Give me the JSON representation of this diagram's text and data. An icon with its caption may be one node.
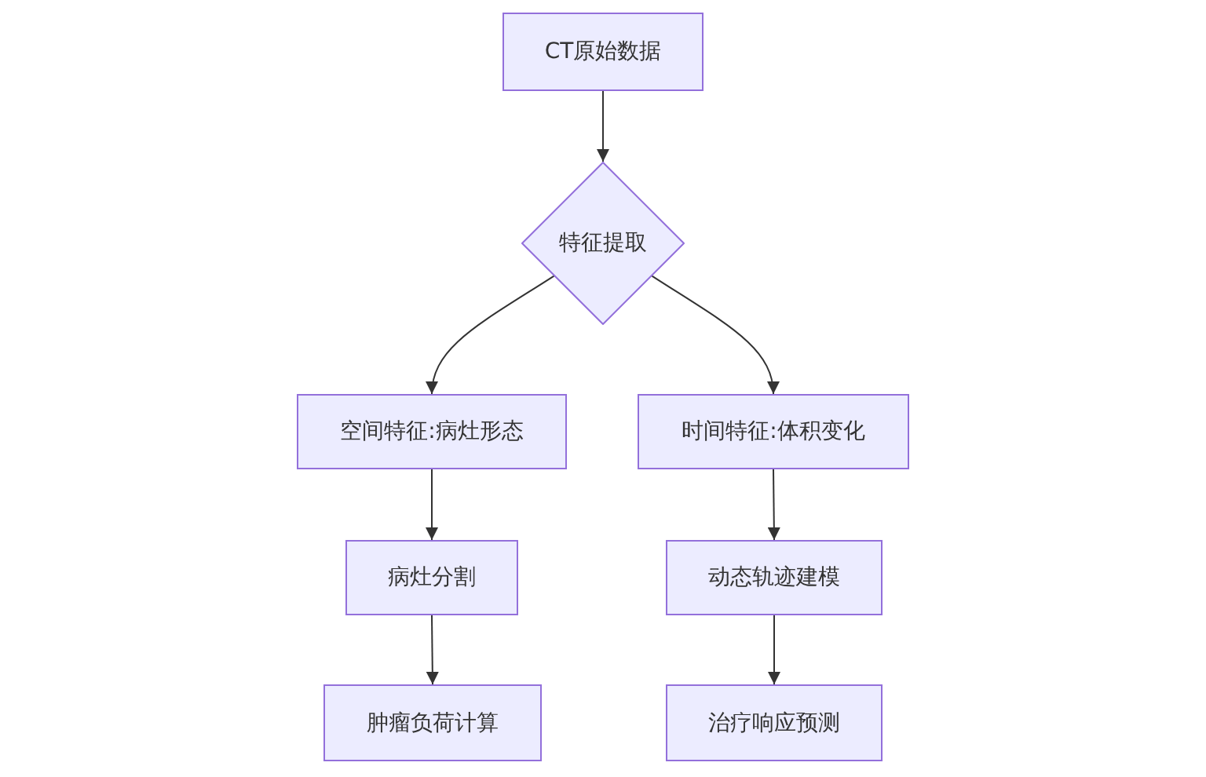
{
  "diagram": {
    "nodes": [
      {
        "text": [
          "CT原始数据"
        ]
      },
      {
        "text": [
          "特征提取"
        ]
      },
      {
        "text": [
          "空间特征:病灶形态"
        ]
      },
      {
        "text": [
          "时间特征:体积变化"
        ]
      },
      {
        "text": [
          "病灶分割"
        ]
      },
      {
        "text": [
          "动态轨迹建模"
        ]
      },
      {
        "text": [
          "肿瘤负荷计算"
        ]
      },
      {
        "text": [
          "治疗响应预测"
        ]
      }
    ],
    "edges": [
      {
        "from": 0,
        "to": 1,
        "arrow": "to"
      },
      {
        "from": 1,
        "to": 2,
        "arrow": "to"
      },
      {
        "from": 1,
        "to": 3,
        "arrow": "to"
      },
      {
        "from": 2,
        "to": 4,
        "arrow": "to"
      },
      {
        "from": 4,
        "to": 6,
        "arrow": "to"
      },
      {
        "from": 3,
        "to": 5,
        "arrow": "to"
      },
      {
        "from": 5,
        "to": 7,
        "arrow": "to"
      }
    ]
  }
}
